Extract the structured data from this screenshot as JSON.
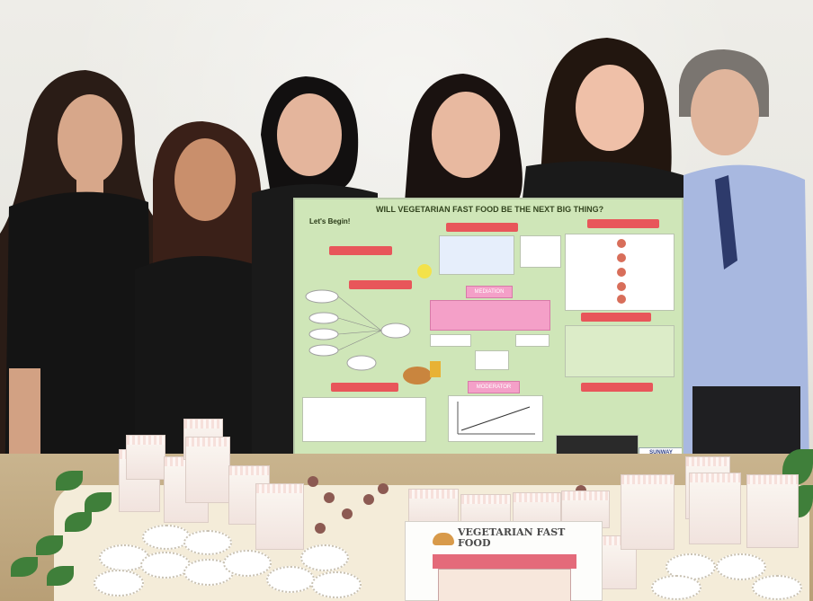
{
  "poster": {
    "title": "WILL VEGETARIAN FAST FOOD BE THE NEXT BIG THING?",
    "intro": "Let's Begin!",
    "mediation_label": "MEDIATION",
    "moderator_label": "MODERATOR",
    "logo_text": "SUNWAY"
  },
  "sign": {
    "title": "VEGETARIAN FAST FOOD"
  },
  "colors": {
    "poster_bg": "#cfe6b8",
    "ribbon": "#e8565a",
    "pink_box": "#f4a0c8",
    "wall": "#e9e8e3",
    "table": "#c9b48e"
  }
}
